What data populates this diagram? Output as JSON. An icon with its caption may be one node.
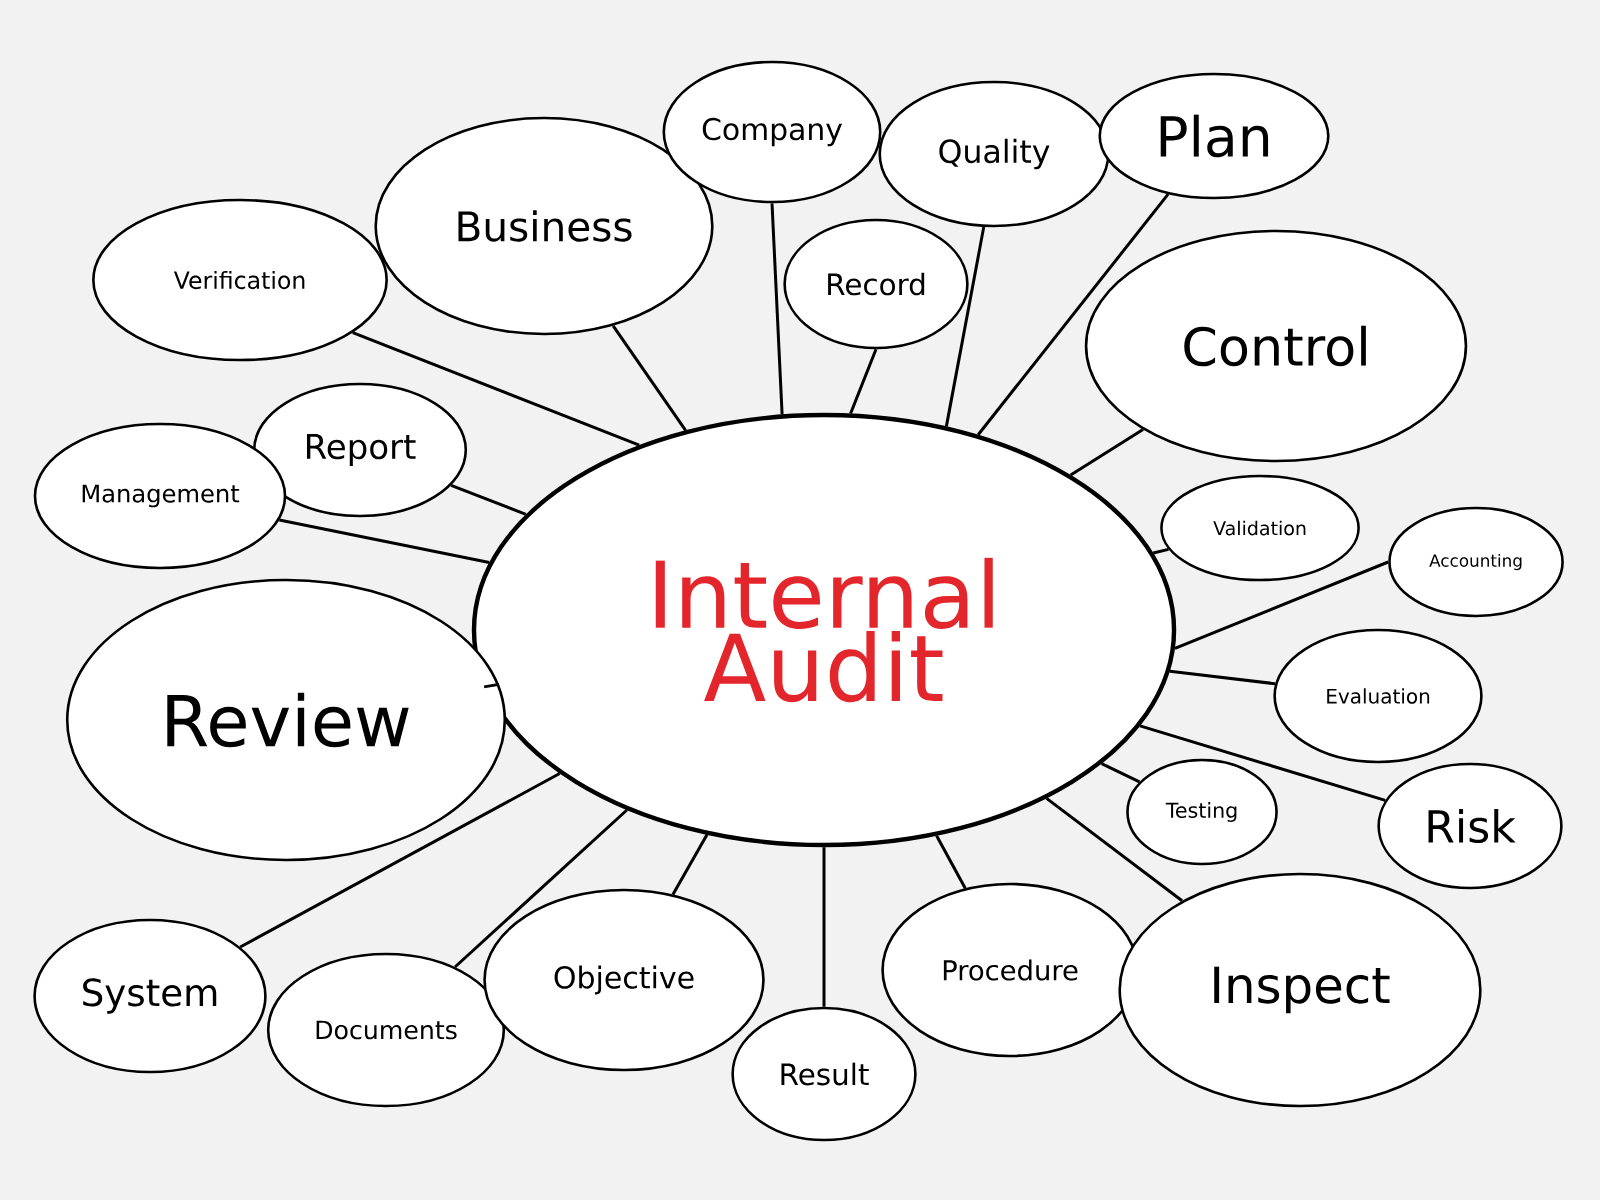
{
  "diagram": {
    "nodes": [
      {
        "text": [
          "Internal Audit"
        ]
      },
      {
        "text": [
          "Business"
        ]
      },
      {
        "text": [
          "Company"
        ]
      },
      {
        "text": [
          "Quality"
        ]
      },
      {
        "text": [
          "Plan"
        ]
      },
      {
        "text": [
          "Verification"
        ]
      },
      {
        "text": [
          "Record"
        ]
      },
      {
        "text": [
          "Control"
        ]
      },
      {
        "text": [
          "Report"
        ]
      },
      {
        "text": [
          "Management"
        ]
      },
      {
        "text": [
          "Validation"
        ]
      },
      {
        "text": [
          "Accounting"
        ]
      },
      {
        "text": [
          "Review"
        ]
      },
      {
        "text": [
          "Evaluation"
        ]
      },
      {
        "text": [
          "Testing"
        ]
      },
      {
        "text": [
          "Risk"
        ]
      },
      {
        "text": [
          "System"
        ]
      },
      {
        "text": [
          "Documents"
        ]
      },
      {
        "text": [
          "Objective"
        ]
      },
      {
        "text": [
          "Procedure"
        ]
      },
      {
        "text": [
          "Inspect"
        ]
      },
      {
        "text": [
          "Result"
        ]
      }
    ],
    "edges": [
      {
        "from": 0,
        "to": 1,
        "arrow": "none"
      },
      {
        "from": 0,
        "to": 2,
        "arrow": "none"
      },
      {
        "from": 0,
        "to": 3,
        "arrow": "none"
      },
      {
        "from": 0,
        "to": 4,
        "arrow": "none"
      },
      {
        "from": 0,
        "to": 5,
        "arrow": "none"
      },
      {
        "from": 0,
        "to": 6,
        "arrow": "none"
      },
      {
        "from": 0,
        "to": 7,
        "arrow": "none"
      },
      {
        "from": 0,
        "to": 8,
        "arrow": "none"
      },
      {
        "from": 0,
        "to": 9,
        "arrow": "none"
      },
      {
        "from": 0,
        "to": 10,
        "arrow": "none"
      },
      {
        "from": 0,
        "to": 11,
        "arrow": "none"
      },
      {
        "from": 0,
        "to": 12,
        "arrow": "none"
      },
      {
        "from": 0,
        "to": 13,
        "arrow": "none"
      },
      {
        "from": 0,
        "to": 14,
        "arrow": "none"
      },
      {
        "from": 0,
        "to": 15,
        "arrow": "none"
      },
      {
        "from": 0,
        "to": 16,
        "arrow": "none"
      },
      {
        "from": 0,
        "to": 17,
        "arrow": "none"
      },
      {
        "from": 0,
        "to": 18,
        "arrow": "none"
      },
      {
        "from": 0,
        "to": 19,
        "arrow": "none"
      },
      {
        "from": 0,
        "to": 20,
        "arrow": "none"
      },
      {
        "from": 0,
        "to": 21,
        "arrow": "none"
      }
    ]
  }
}
